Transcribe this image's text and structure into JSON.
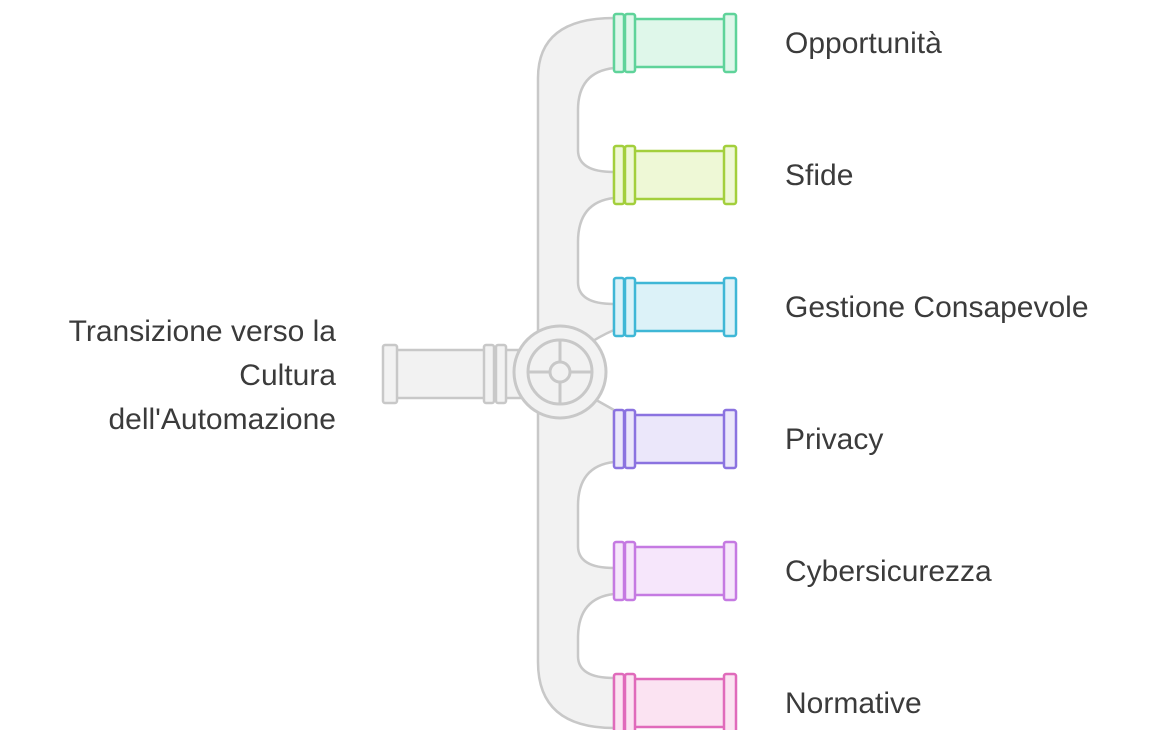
{
  "source": {
    "lines": [
      "Transizione verso la",
      "Cultura",
      "dell'Automazione"
    ]
  },
  "outputs": [
    {
      "label": "Opportunità",
      "color": "#5fd39a",
      "fill": "#dff7ea"
    },
    {
      "label": "Sfide",
      "color": "#a3cf3c",
      "fill": "#eef8d6"
    },
    {
      "label": "Gestione Consapevole",
      "color": "#3fb7d6",
      "fill": "#dcf2f8"
    },
    {
      "label": "Privacy",
      "color": "#8b73e0",
      "fill": "#ebe7fa"
    },
    {
      "label": "Cybersicurezza",
      "color": "#c57ae2",
      "fill": "#f6e6fb"
    },
    {
      "label": "Normative",
      "color": "#e06bbb",
      "fill": "#fbe3f2"
    }
  ],
  "colors": {
    "pipe_fill": "#f2f2f2",
    "pipe_stroke": "#c8c8c8",
    "text": "#3b3b3b"
  }
}
